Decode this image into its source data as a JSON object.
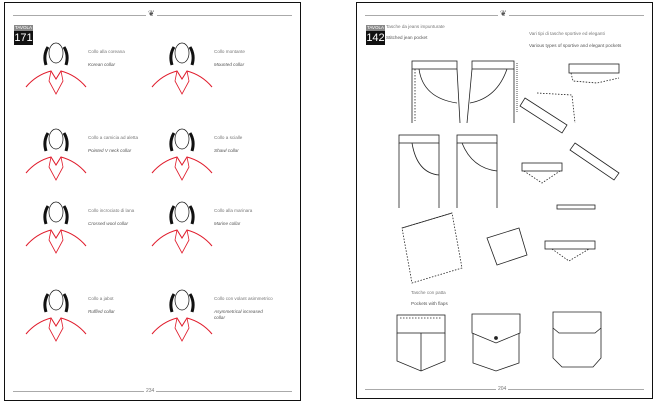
{
  "left_page": {
    "tavola_label": "TAVOLA",
    "tavola_number": "171",
    "page_number": "234",
    "collars": [
      {
        "it": "Collo alla coreana",
        "en": "Korean collar"
      },
      {
        "it": "Collo montante",
        "en": "Mounted collar"
      },
      {
        "it": "Collo a camicia ad aletta",
        "en": "Pointed V neck collar"
      },
      {
        "it": "Collo a scialle",
        "en": "Shawl collar"
      },
      {
        "it": "Collo incrociato di lana",
        "en": "Crossed wool collar"
      },
      {
        "it": "Collo alla marinara",
        "en": "Marine collar"
      },
      {
        "it": "Collo a jabot",
        "en": "Ruffled collar"
      },
      {
        "it": "Collo con volant asimmetrico",
        "en": "Asymmetrical increased collar"
      }
    ]
  },
  "right_page": {
    "tavola_label": "TAVOLA",
    "tavola_number": "142",
    "page_number": "204",
    "jean_it": "Tasche da jeans impunturate",
    "jean_en": "Stitched jean pocket",
    "types_it": "Vari tipi di tasche sportive ed eleganti",
    "types_en": "Various types of sportive and elegant pockets",
    "flaps_it": "Tasche con patta",
    "flaps_en": "Pockets with flaps"
  },
  "colors": {
    "accent": "#e01b2b",
    "ink": "#111111"
  }
}
